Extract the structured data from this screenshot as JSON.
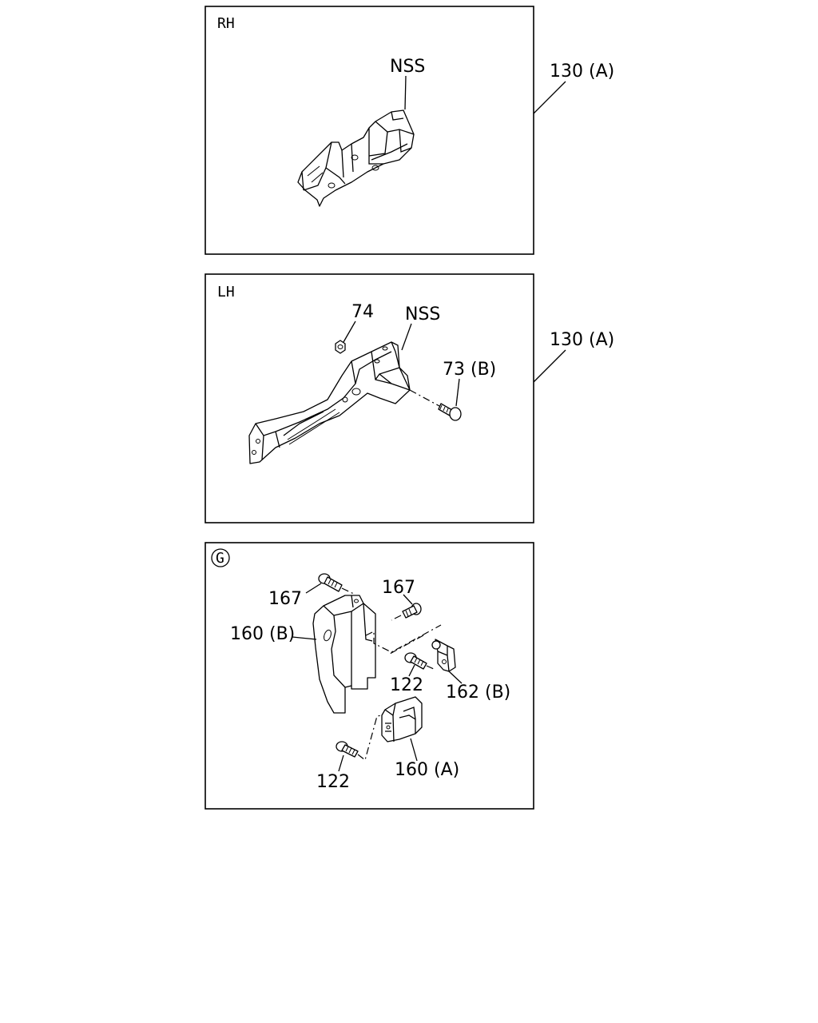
{
  "panels": {
    "rh": {
      "tag": "RH",
      "callouts": {
        "nss": "NSS",
        "assembly": "130 (A)"
      }
    },
    "lh": {
      "tag": "LH",
      "callouts": {
        "nut": "74",
        "nss": "NSS",
        "bolt": "73 (B)",
        "assembly": "130 (A)"
      }
    },
    "detail_g": {
      "tag": "G",
      "callouts": {
        "bolt_167_left": "167",
        "bolt_167_right": "167",
        "bracket_160b": "160 (B)",
        "bolt_122_upper": "122",
        "bracket_162b": "162 (B)",
        "bolt_122_lower": "122",
        "bracket_160a": "160 (A)"
      }
    }
  }
}
